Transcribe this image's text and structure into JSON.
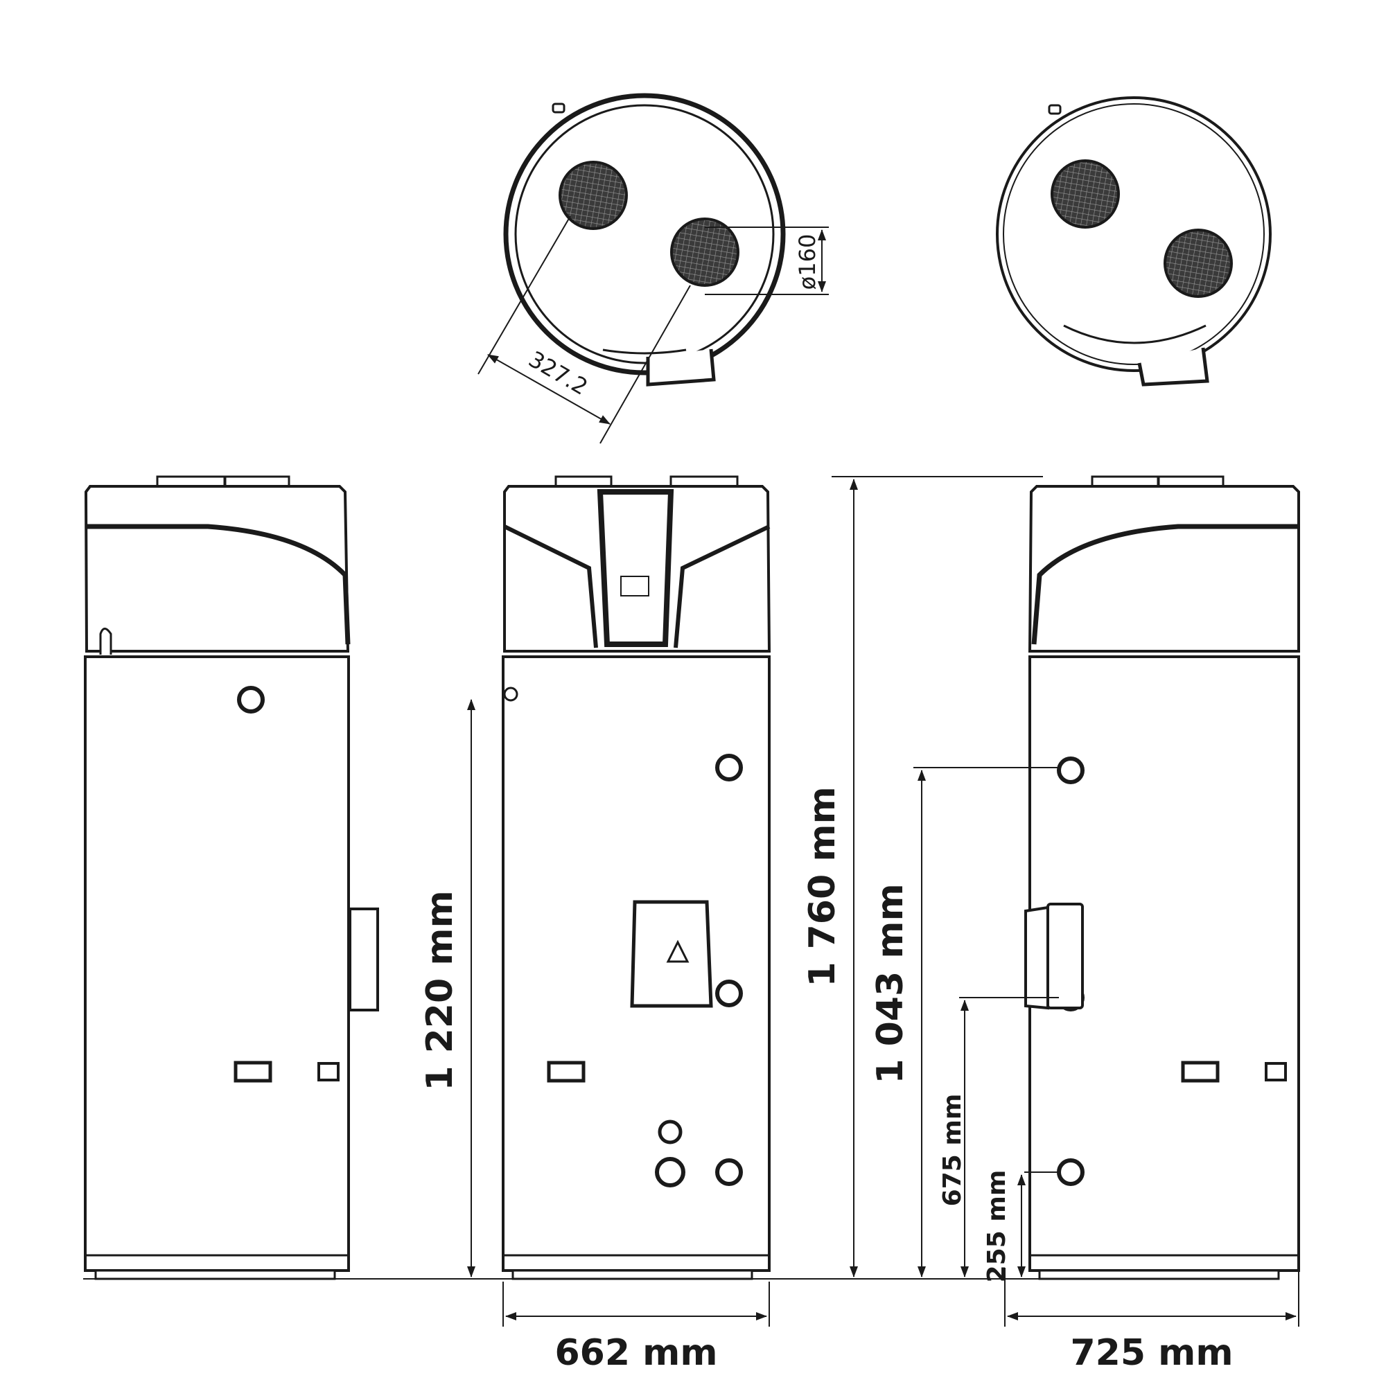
{
  "dimensions": {
    "height_total": "1 760 mm",
    "height_1220": "1 220 mm",
    "height_1043": "1 043 mm",
    "height_675": "675 mm",
    "height_255": "255 mm",
    "width_662": "662 mm",
    "width_725": "725 mm",
    "duct_diameter": "ø160",
    "duct_spacing": "327.2"
  },
  "colors": {
    "line": "#1a1a1a",
    "cap": "#1a1a1a",
    "mesh": "#2b2b2b",
    "background": "#ffffff"
  }
}
